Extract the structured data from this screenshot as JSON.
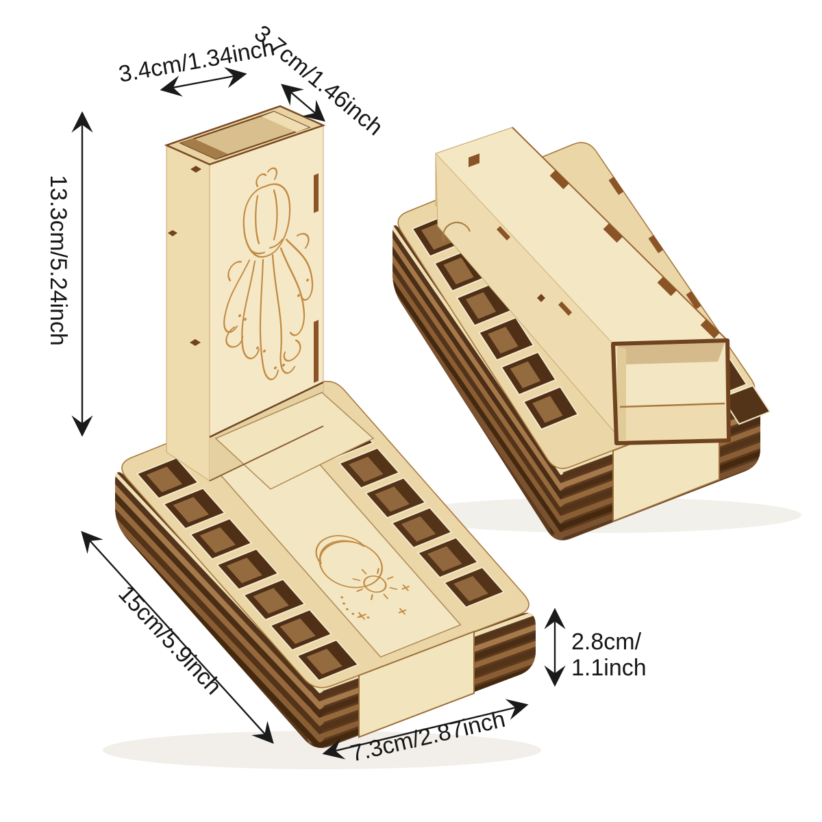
{
  "image": {
    "type": "product-dimension-diagram",
    "subject": "laser-cut wooden dice tower and dice tray, shown standing (left) and folded flat (right)",
    "background": "#ffffff"
  },
  "engravings": {
    "tower_face_icon": "octopus-kraken-engraving",
    "tray_floor_icon": "sun-moon-engraving"
  },
  "dim_labels": {
    "top_width": "3.4cm/1.34inch",
    "top_depth": "3.7cm/1.46inch",
    "height": "13.3cm/5.24inch",
    "length": "15cm/5.9inch",
    "width": "7.3cm/2.87inch",
    "tray_height_line1": "2.8cm/",
    "tray_height_line2": "1.1inch"
  },
  "colors": {
    "annotation": "#161616",
    "wood_top": "#ead6a7",
    "wood_face_bright": "#f4e7c4",
    "wood_face_side": "#eedcae",
    "wood_edge_burn": "#7a4a22",
    "plywood_dark": "#4e3016",
    "plywood_mid": "#8a5e34",
    "plywood_light": "#a5794a",
    "hole_dark": "#4f3017",
    "engraving": "#c28a42"
  }
}
